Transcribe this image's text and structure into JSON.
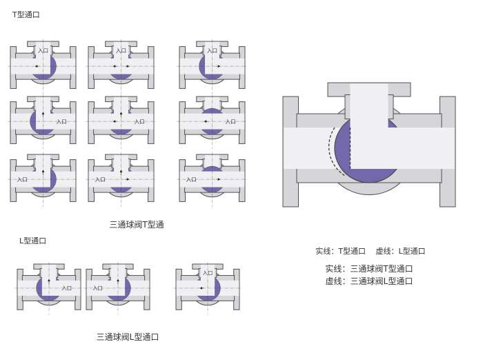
{
  "colors": {
    "body": "#d6d6da",
    "bore": "#f0f0f3",
    "ball": "#7468ab",
    "stroke": "#4a4a4a"
  },
  "inlet_label": "入口",
  "t_section": {
    "title": "T型通口",
    "caption": "三通球阀T型通",
    "valves": [
      {
        "ports": [
          "t",
          "l"
        ],
        "inlet": "t"
      },
      {
        "ports": [
          "t",
          "l",
          "r"
        ],
        "inlet": "t"
      },
      {
        "ports": [
          "t",
          "r"
        ],
        "inlet": "t"
      },
      {
        "ports": [
          "t",
          "r"
        ],
        "inlet": "r"
      },
      {
        "ports": [
          "t",
          "l",
          "r"
        ],
        "inlet": "r"
      },
      {
        "ports": [
          "l",
          "r"
        ],
        "inlet": "r"
      },
      {
        "ports": [
          "l",
          "t"
        ],
        "inlet": "l"
      },
      {
        "ports": [
          "l",
          "t",
          "r"
        ],
        "inlet": "l"
      },
      {
        "ports": [
          "l",
          "r"
        ],
        "inlet": "l"
      }
    ]
  },
  "l_section": {
    "title": "L型通口",
    "caption": "三通球阀L型通口",
    "valves": [
      {
        "ports": [
          "t",
          "r"
        ],
        "inlet": "r"
      },
      {
        "ports": [
          "t",
          "l"
        ],
        "inlet": "l"
      },
      {
        "ports": [
          "t",
          "l"
        ],
        "inlet": "t"
      }
    ]
  },
  "large_valve": {
    "ports": [
      "t",
      "r"
    ],
    "dashed_ports": [
      "l",
      "t"
    ],
    "legend": "实线：T型通口　 虚线：L型通口",
    "line1": "实线：三通球阀T型通口",
    "line2": "虚线：三通球阀L型通口"
  }
}
